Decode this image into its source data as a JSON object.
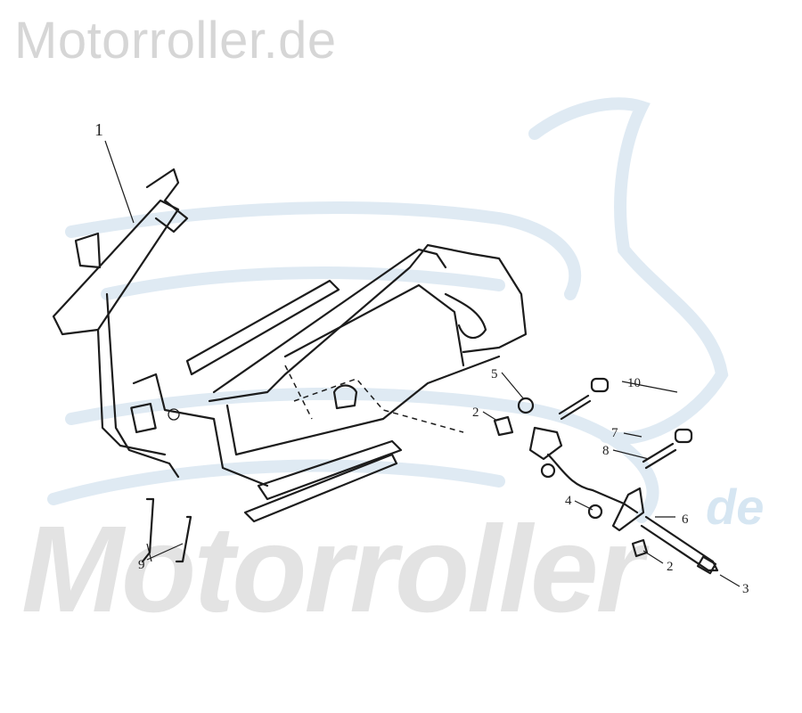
{
  "header": {
    "site_title": "Motorroller.de"
  },
  "watermark": {
    "text": "Motorroller",
    "suffix": "de",
    "color": "#e3e3e3",
    "accent_color": "#d6e6f2"
  },
  "diagram": {
    "part_labels": {
      "frame": "1",
      "bolt_upper": "2",
      "bolt_lower": "2",
      "long_bolt": "3",
      "nut": "4",
      "collar": "5",
      "stand_bracket": "6",
      "spring_upper": "7",
      "spring_lower": "8",
      "cable": "9",
      "rubber_stop": "10"
    }
  }
}
